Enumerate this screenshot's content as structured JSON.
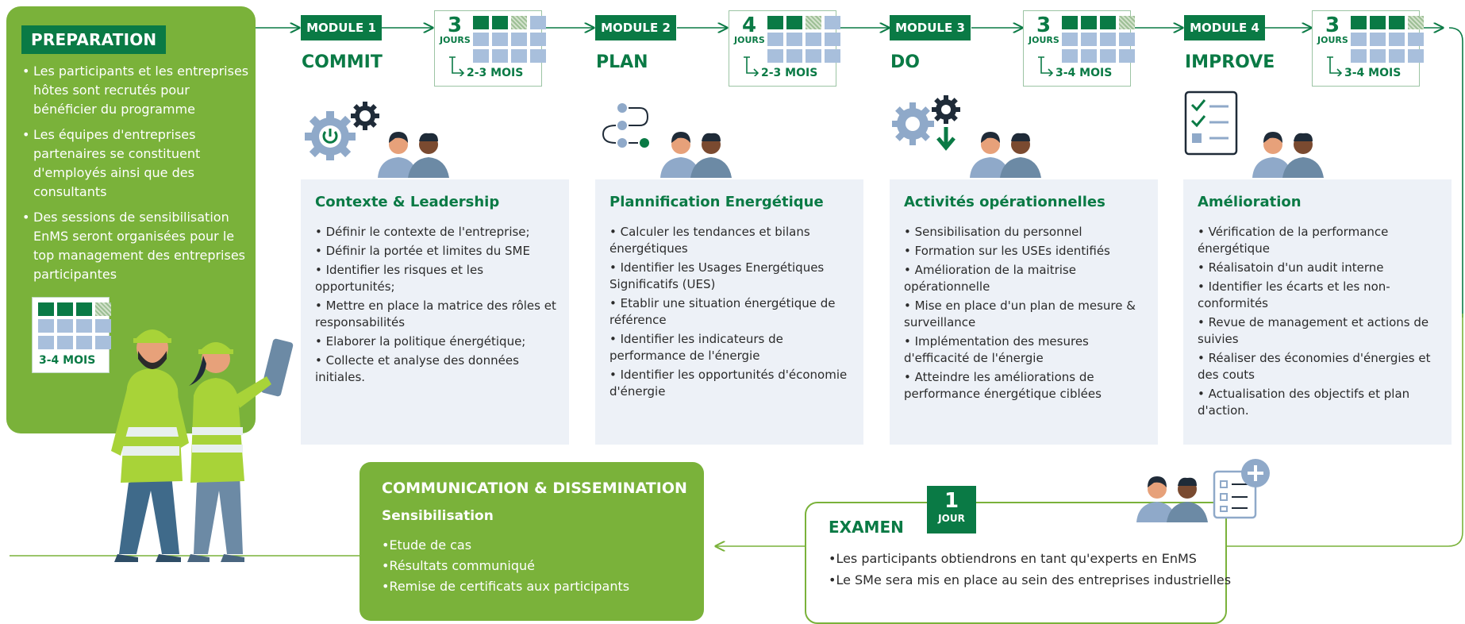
{
  "preparation": {
    "title": "PREPARATION",
    "items": [
      "Les participants et les entreprises hôtes sont recrutés pour bénéficier du programme",
      "Les équipes d'entreprises partenaires se constituent d'employés ainsi que des consultants",
      "Des sessions de sensibilisation EnMS seront organisées pour le top management des entreprises participantes"
    ],
    "duration": "3-4 MOIS"
  },
  "modules": [
    {
      "tag": "MODULE 1",
      "name": "COMMIT",
      "days": "3",
      "days_unit": "JOURS",
      "months": "2-3 MOIS",
      "panel_title": "Contexte & Leadership",
      "items": [
        "• Définir le contexte de l'entreprise;",
        "• Définir la portée et limites du SME",
        "• Identifier les risques et les opportunités;",
        "• Mettre en place la matrice des rôles et responsabilités",
        "• Elaborer la politique énergétique;",
        "• Collecte et analyse des données initiales."
      ]
    },
    {
      "tag": "MODULE 2",
      "name": "PLAN",
      "days": "4",
      "days_unit": "JOURS",
      "months": "2-3 MOIS",
      "panel_title": "Plannification Energétique",
      "items": [
        "• Calculer les tendances et bilans énergétiques",
        "• Identifier les Usages Energétiques Significatifs (UES)",
        "• Etablir une situation énergétique de référence",
        "• Identifier les indicateurs de performance de l'énergie",
        "• Identifier les opportunités d'économie d'énergie"
      ]
    },
    {
      "tag": "MODULE 3",
      "name": "DO",
      "days": "3",
      "days_unit": "JOURS",
      "months": "3-4 MOIS",
      "panel_title": "Activités opérationnelles",
      "items": [
        "• Sensibilisation du personnel",
        "• Formation sur les USEs identifiés",
        "• Amélioration de la maitrise opérationnelle",
        "• Mise en place d'un plan de mesure & surveillance",
        "• Implémentation des mesures d'efficacité de l'énergie",
        "• Atteindre les améliorations de performance énergétique ciblées"
      ]
    },
    {
      "tag": "MODULE 4",
      "name": "IMPROVE",
      "days": "3",
      "days_unit": "JOURS",
      "months": "3-4 MOIS",
      "panel_title": "Amélioration",
      "items": [
        "• Vérification de la performance énergétique",
        "• Réalisatoin d'un audit interne",
        "• Identifier les écarts et les non-conformités",
        "• Revue de management et actions de suivies",
        "• Réaliser des économies d'énergies et des couts",
        "• Actualisation des objectifs et plan d'action."
      ]
    }
  ],
  "communication": {
    "title": "COMMUNICATION & DISSEMINATION",
    "subtitle": "Sensibilisation",
    "items": [
      "Etude de cas",
      "Résultats communiqué",
      "Remise de certificats aux participants"
    ]
  },
  "examen": {
    "title": "EXAMEN",
    "days": "1",
    "days_unit": "JOUR",
    "items": [
      "Les participants obtiendrons en tant qu'experts en EnMS",
      "Le SMe sera mis en place au sein des entreprises industrielles"
    ]
  },
  "colors": {
    "dark_green": "#0a7a45",
    "light_green": "#7ab23a",
    "panel_bg": "#edf1f7",
    "calendar_blue": "#a8bfdc"
  },
  "icons": [
    "gear-power-icon",
    "flow-process-icon",
    "gears-download-icon",
    "checklist-icon",
    "people-icon",
    "clipboard-plus-icon",
    "calendar-icon",
    "workers-illustration"
  ]
}
